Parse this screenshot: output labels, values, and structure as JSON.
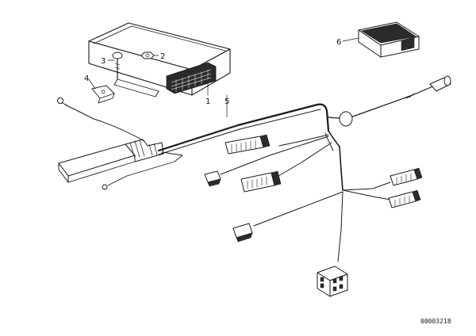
{
  "diagram": {
    "callouts": {
      "c1": "1",
      "c2": "2",
      "c3": "3",
      "c4": "4",
      "c5": "5",
      "c6": "6"
    },
    "document_number": "00003218"
  }
}
